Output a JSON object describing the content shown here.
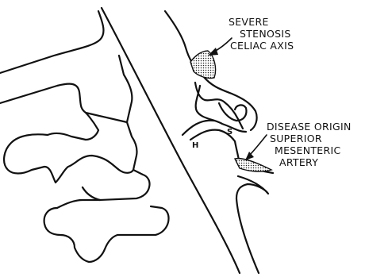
{
  "labels": {
    "celiac": [
      "SEVERE",
      "STENOSIS",
      "CELIAC AXIS"
    ],
    "sma": [
      "DISEASE ORIGIN",
      "SUPERIOR",
      "MESENTERIC",
      "ARTERY"
    ],
    "hepatic_mark": "H",
    "splenic_mark": "S"
  }
}
